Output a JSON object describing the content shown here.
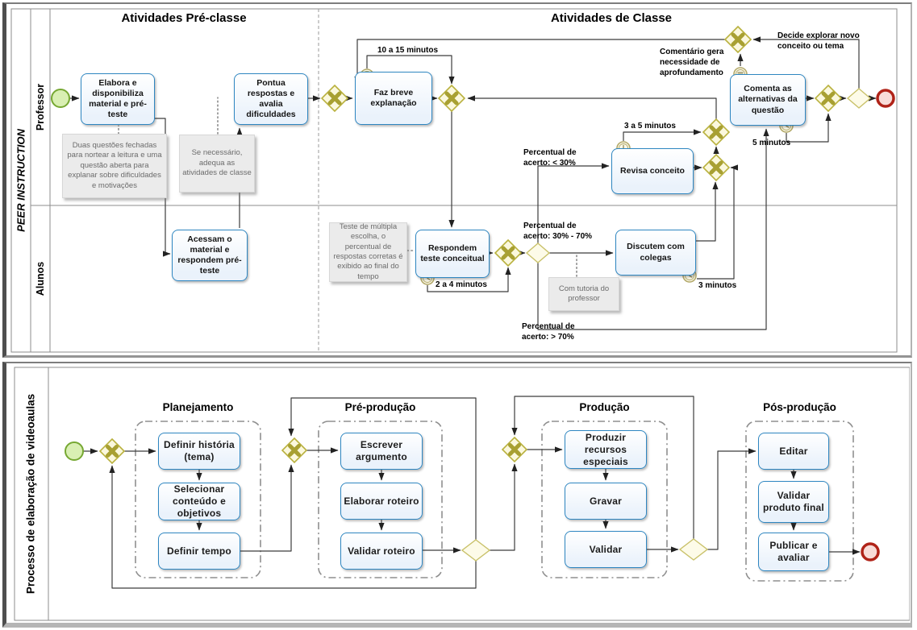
{
  "colors": {
    "task_border": "#2e86c1",
    "gateway_border": "#b9b13e",
    "gateway_cross": "#a8a032",
    "start_border": "#76a832",
    "end_border": "#b02318",
    "note_fill": "#ebebeb"
  },
  "top": {
    "pool_label": "PEER INSTRUCTION",
    "lane1": "Professor",
    "lane2": "Alunos",
    "header_pre": "Atividades Pré-classe",
    "header_class": "Atividades de Classe",
    "tasks": {
      "elabora": "Elabora e disponibiliza material e pré-teste",
      "pontua": "Pontua respostas e avalia dificuldades",
      "explana": "Faz breve explanação",
      "acessam": "Acessam o material e respondem pré-teste",
      "respondem": "Respondem teste conceitual",
      "revisa": "Revisa conceito",
      "discutem": "Discutem com colegas",
      "comenta": "Comenta as alternativas da questão"
    },
    "notes": {
      "duas_questoes": "Duas questões fechadas para nortear a leitura e uma questão aberta para explanar sobre dificuldades e motivações",
      "se_necessario": "Se necessário, adequa as atividades de classe",
      "teste_multipla": "Teste de múltipla escolha, o percentual de respostas corretas é exibido ao final do tempo",
      "tutoria": "Com tutoria do professor"
    },
    "labels": {
      "t10_15": "10 a 15 minutos",
      "t2_4": "2 a 4 minutos",
      "t3_5": "3 a 5 minutos",
      "t3m": "3 minutos",
      "t5m": "5 minutos",
      "lt30": "Percentual de acerto: < 30%",
      "p30_70": "Percentual de acerto: 30% - 70%",
      "gt70": "Percentual de acerto: > 70%",
      "comentario": "Comentário gera necessidade de aprofundamento",
      "decide": "Decide explorar novo conceito ou tema"
    }
  },
  "bottom": {
    "pool_label": "Processo de elaboração de videoaulas",
    "groups": {
      "g1": "Planejamento",
      "g2": "Pré-produção",
      "g3": "Produção",
      "g4": "Pós-produção"
    },
    "tasks": {
      "historia": "Definir história (tema)",
      "selecionar": "Selecionar conteúdo e objetivos",
      "tempo": "Definir tempo",
      "argumento": "Escrever argumento",
      "roteiro": "Elaborar roteiro",
      "validar_roteiro": "Validar roteiro",
      "recursos": "Produzir recursos especiais",
      "gravar": "Gravar",
      "validar": "Validar",
      "editar": "Editar",
      "validar_final": "Validar produto final",
      "publicar": "Publicar e avaliar"
    }
  }
}
